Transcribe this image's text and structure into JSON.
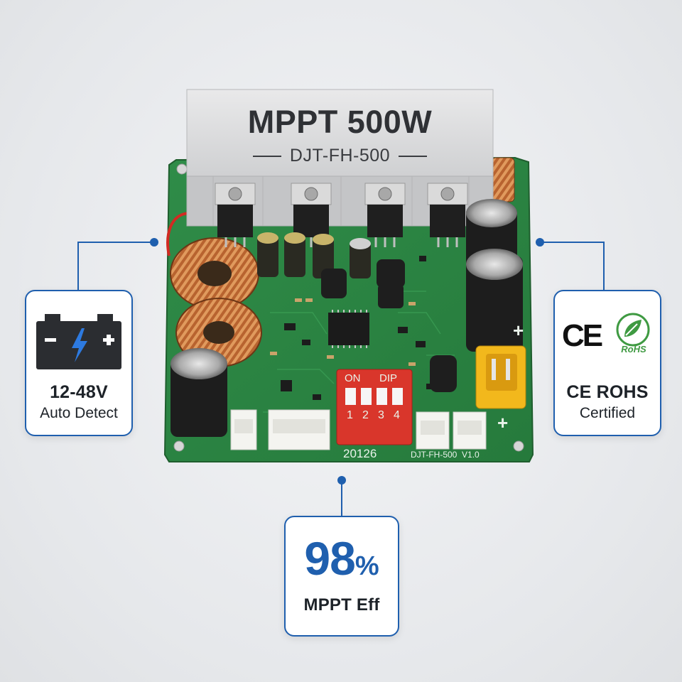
{
  "product": {
    "heatsink_title": "MPPT 500W",
    "heatsink_model": "DJT-FH-500"
  },
  "pcb": {
    "dip_on_label": "ON",
    "dip_label": "DIP",
    "dip_numbers": [
      "1",
      "2",
      "3",
      "4"
    ],
    "board_code": "20126",
    "board_model": "DJT-FH-500  V1.0",
    "terminal_plus": "+"
  },
  "callouts": {
    "battery": {
      "icon": "battery-icon",
      "line1": "12-48V",
      "line2": "Auto Detect"
    },
    "certification": {
      "icon": "ce-rohs-icon",
      "ce_mark": "CE",
      "rohs_mark": "RoHS",
      "line1": "CE ROHS",
      "line2": "Certified"
    },
    "efficiency": {
      "value": "98",
      "unit": "%",
      "line2": "MPPT Eff"
    }
  },
  "colors": {
    "accent": "#1f5fae",
    "pcb_green": "#2f8a45",
    "heatsink": "#dcdcdc",
    "dip_red": "#d9362b",
    "terminal_yellow": "#f2b81c"
  }
}
